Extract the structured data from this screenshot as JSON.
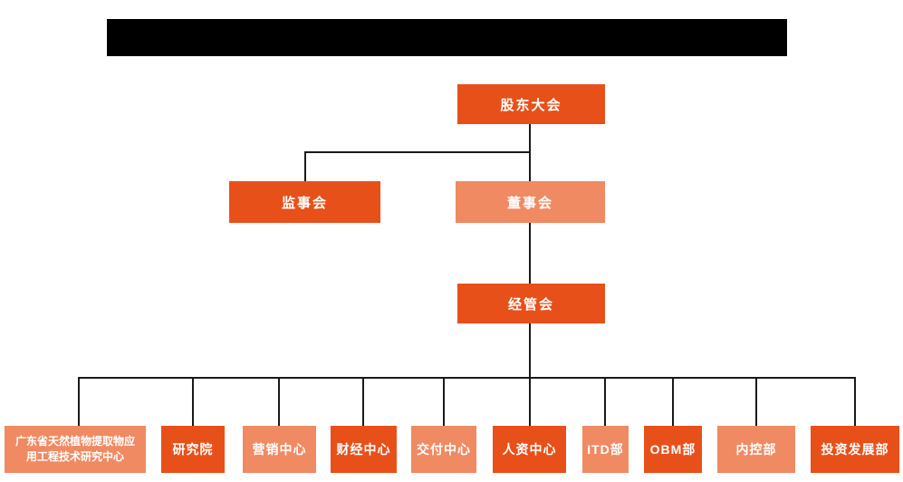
{
  "colors": {
    "primary_dark": "#E8501A",
    "primary_light": "#F08A62",
    "connector": "#1A1A1A",
    "redacted_bar": "#000000",
    "node_text": "#FFFFFF"
  },
  "org_chart": {
    "level1": {
      "label": "股东大会"
    },
    "level2": [
      {
        "label": "监事会",
        "tone": "dark"
      },
      {
        "label": "董事会",
        "tone": "light"
      }
    ],
    "level3": {
      "label": "经管会"
    },
    "departments": [
      {
        "label": "广东省天然植物提取物应用工程技术研究中心",
        "tone": "light"
      },
      {
        "label": "研究院",
        "tone": "dark"
      },
      {
        "label": "营销中心",
        "tone": "light"
      },
      {
        "label": "财经中心",
        "tone": "dark"
      },
      {
        "label": "交付中心",
        "tone": "light"
      },
      {
        "label": "人资中心",
        "tone": "dark"
      },
      {
        "label": "ITD部",
        "tone": "light"
      },
      {
        "label": "OBM部",
        "tone": "dark"
      },
      {
        "label": "内控部",
        "tone": "light"
      },
      {
        "label": "投资发展部",
        "tone": "dark"
      }
    ]
  }
}
